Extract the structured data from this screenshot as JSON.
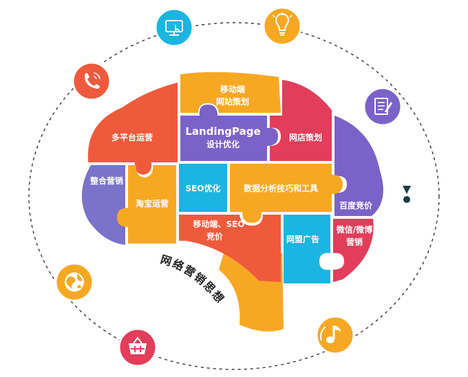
{
  "diagram": {
    "pieces": [
      {
        "id": "multi-platform",
        "lines": [
          "多平台运营"
        ],
        "color": "#F05A3C"
      },
      {
        "id": "mobile-site",
        "lines": [
          "移动端",
          "网站策划"
        ],
        "color": "#F7A823"
      },
      {
        "id": "landing-page",
        "lines": [
          "LandingPage",
          "设计优化"
        ],
        "color": "#7B62C8"
      },
      {
        "id": "shop-plan",
        "lines": [
          "网店策划"
        ],
        "color": "#E23D5A"
      },
      {
        "id": "integrated",
        "lines": [
          "整合营销"
        ],
        "color": "#7B72C9"
      },
      {
        "id": "taobao",
        "lines": [
          "淘宝运营"
        ],
        "color": "#F7A823"
      },
      {
        "id": "seo",
        "lines": [
          "SEO优化"
        ],
        "color": "#1BB5E1"
      },
      {
        "id": "data-analysis",
        "lines": [
          "数据分析技巧和工具"
        ],
        "color": "#F7A823"
      },
      {
        "id": "baidu-bid",
        "lines": [
          "百度竞价"
        ],
        "color": "#7B62C8"
      },
      {
        "id": "mobile-seo",
        "lines": [
          "移动端、SEO",
          "竞价"
        ],
        "color": "#F05A3C"
      },
      {
        "id": "alliance-ads",
        "lines": [
          "网盟广告"
        ],
        "color": "#1BB5E1"
      },
      {
        "id": "wechat-weibo",
        "lines": [
          "微信/微博",
          "营销"
        ],
        "color": "#E23D5A"
      }
    ],
    "curved_title": "网络营销思想",
    "icons": [
      {
        "name": "monitor-touch-icon",
        "color": "#1BB5E1"
      },
      {
        "name": "lightbulb-icon",
        "color": "#F7A823"
      },
      {
        "name": "phone-icon",
        "color": "#F05A3C"
      },
      {
        "name": "notepad-pencil-icon",
        "color": "#7B62C8"
      },
      {
        "name": "globe-icon",
        "color": "#F7A823"
      },
      {
        "name": "shopping-basket-icon",
        "color": "#E23D5A"
      },
      {
        "name": "music-note-icon",
        "color": "#F7A823"
      }
    ]
  }
}
